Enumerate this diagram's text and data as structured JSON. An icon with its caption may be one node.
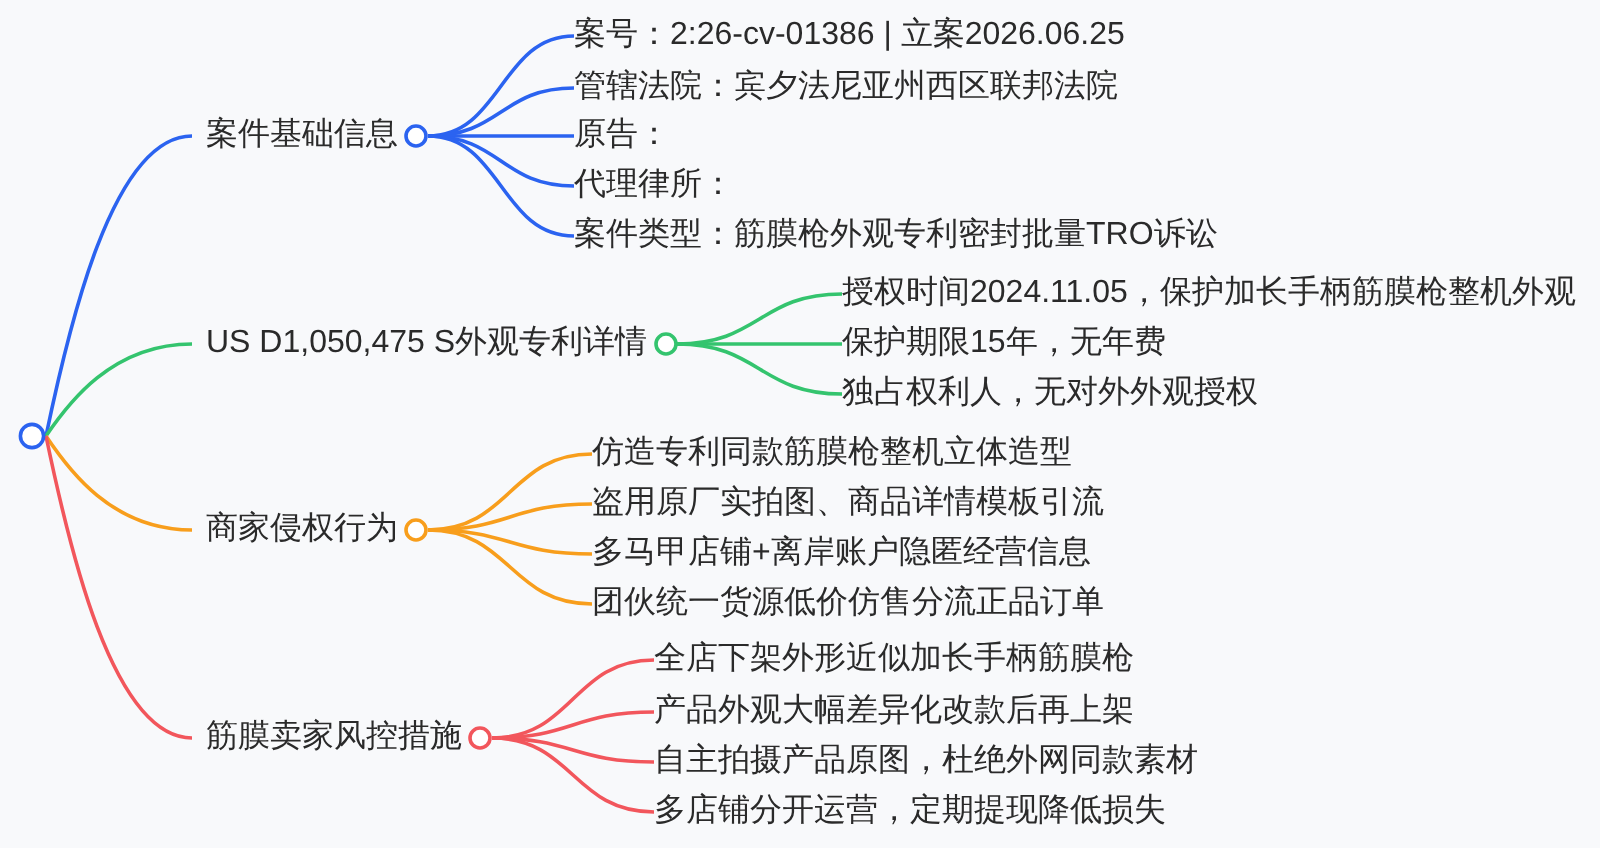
{
  "diagram": {
    "nodes": [
      {
        "text": [],
        "shape": "circle"
      },
      {
        "text": [
          "案件基础信息"
        ]
      },
      {
        "text": [
          "案号：2:26-cv-01386 | 立案2026.06.25"
        ]
      },
      {
        "text": [
          "管辖法院：宾夕法尼亚州西区联邦法院"
        ]
      },
      {
        "text": [
          "原告："
        ]
      },
      {
        "text": [
          "代理律所："
        ]
      },
      {
        "text": [
          "案件类型：筋膜枪外观专利密封批量TRO诉讼"
        ]
      },
      {
        "text": [
          "US D1,050,475 S外观专利详情"
        ]
      },
      {
        "text": [
          "授权时间2024.11.05，保护加长手柄筋膜枪整机外观"
        ]
      },
      {
        "text": [
          "保护期限15年，无年费"
        ]
      },
      {
        "text": [
          "独占权利人，无对外外观授权"
        ]
      },
      {
        "text": [
          "商家侵权行为"
        ]
      },
      {
        "text": [
          "仿造专利同款筋膜枪整机立体造型"
        ]
      },
      {
        "text": [
          "盗用原厂实拍图、商品详情模板引流"
        ]
      },
      {
        "text": [
          "多马甲店铺+离岸账户隐匿经营信息"
        ]
      },
      {
        "text": [
          "团伙统一货源低价仿售分流正品订单"
        ]
      },
      {
        "text": [
          "筋膜卖家风控措施"
        ]
      },
      {
        "text": [
          "全店下架外形近似加长手柄筋膜枪"
        ]
      },
      {
        "text": [
          "产品外观大幅差异化改款后再上架"
        ]
      },
      {
        "text": [
          "自主拍摄产品原图，杜绝外网同款素材"
        ]
      },
      {
        "text": [
          "多店铺分开运营，定期提现降低损失"
        ]
      }
    ],
    "edges": [
      {
        "from": 0,
        "to": 1,
        "arrow": "none",
        "color": "#2b63f0"
      },
      {
        "from": 1,
        "to": 2,
        "arrow": "none",
        "color": "#2b63f0"
      },
      {
        "from": 1,
        "to": 3,
        "arrow": "none",
        "color": "#2b63f0"
      },
      {
        "from": 1,
        "to": 4,
        "arrow": "none",
        "color": "#2b63f0"
      },
      {
        "from": 1,
        "to": 5,
        "arrow": "none",
        "color": "#2b63f0"
      },
      {
        "from": 1,
        "to": 6,
        "arrow": "none",
        "color": "#2b63f0"
      },
      {
        "from": 0,
        "to": 7,
        "arrow": "none",
        "color": "#34c46e"
      },
      {
        "from": 7,
        "to": 8,
        "arrow": "none",
        "color": "#34c46e"
      },
      {
        "from": 7,
        "to": 9,
        "arrow": "none",
        "color": "#34c46e"
      },
      {
        "from": 7,
        "to": 10,
        "arrow": "none",
        "color": "#34c46e"
      },
      {
        "from": 0,
        "to": 11,
        "arrow": "none",
        "color": "#f89e1c"
      },
      {
        "from": 11,
        "to": 12,
        "arrow": "none",
        "color": "#f89e1c"
      },
      {
        "from": 11,
        "to": 13,
        "arrow": "none",
        "color": "#f89e1c"
      },
      {
        "from": 11,
        "to": 14,
        "arrow": "none",
        "color": "#f89e1c"
      },
      {
        "from": 11,
        "to": 15,
        "arrow": "none",
        "color": "#f89e1c"
      },
      {
        "from": 0,
        "to": 16,
        "arrow": "none",
        "color": "#f2565c"
      },
      {
        "from": 16,
        "to": 17,
        "arrow": "none",
        "color": "#f2565c"
      },
      {
        "from": 16,
        "to": 18,
        "arrow": "none",
        "color": "#f2565c"
      },
      {
        "from": 16,
        "to": 19,
        "arrow": "none",
        "color": "#f2565c"
      },
      {
        "from": 16,
        "to": 20,
        "arrow": "none",
        "color": "#f2565c"
      }
    ]
  }
}
